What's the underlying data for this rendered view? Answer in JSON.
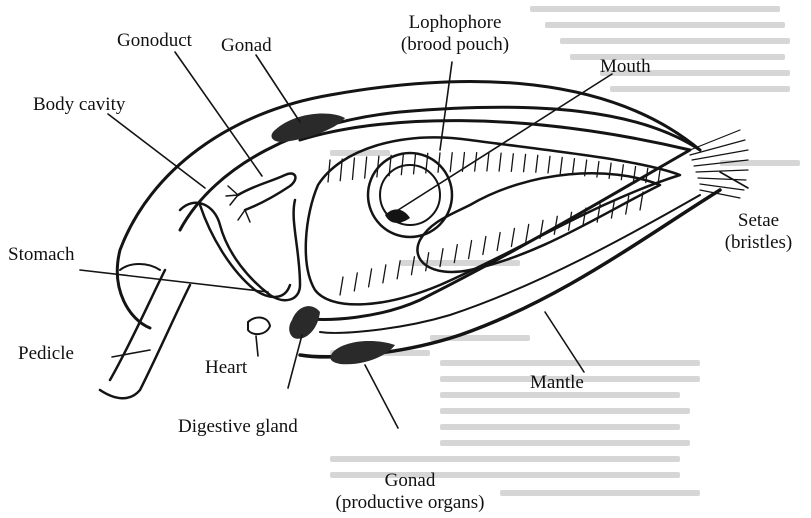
{
  "labels": {
    "gonoduct": "Gonoduct",
    "gonad_top": "Gonad",
    "lophophore_line1": "Lophophore",
    "lophophore_line2": "(brood pouch)",
    "mouth": "Mouth",
    "body_cavity": "Body cavity",
    "stomach": "Stomach",
    "pedicle": "Pedicle",
    "heart": "Heart",
    "digestive_gland": "Digestive gland",
    "setae_line1": "Setae",
    "setae_line2": "(bristles)",
    "mantle": "Mantle",
    "gonad_bottom_line1": "Gonad",
    "gonad_bottom_line2": "(productive organs)"
  },
  "colors": {
    "ink": "#141414",
    "paper": "#ffffff",
    "bleed_text": "#cfcfcf"
  }
}
